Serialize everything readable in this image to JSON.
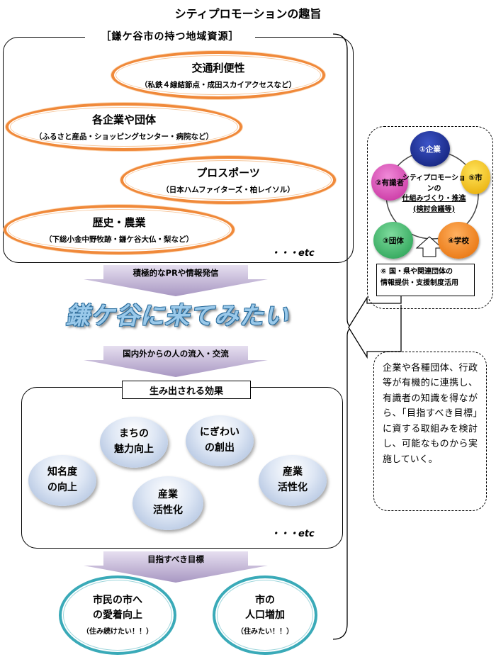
{
  "title": "シティプロモーションの趣旨",
  "resources": {
    "label": "［鎌ケ谷市の持つ地域資源］",
    "items": [
      {
        "heading": "交通利便性",
        "sub": "（私鉄４線結節点・成田スカイアクセスなど）"
      },
      {
        "heading": "各企業や団体",
        "sub": "（ふるさと産品・ショッピングセンター・病院など）"
      },
      {
        "heading": "プロスポーツ",
        "sub": "（日本ハムファイターズ・柏レイソル）"
      },
      {
        "heading": "歴史・農業",
        "sub": "（下総小金中野牧跡・鎌ケ谷大仏・梨など）"
      }
    ],
    "etc": "・・・etc"
  },
  "arrows": {
    "first": "積極的なPRや情報発信",
    "second": "国内外からの人の流入・交流",
    "third": "目指すべき目標"
  },
  "slogan": "鎌ケ谷に来てみたい",
  "effects": {
    "label": "生み出される効果",
    "bubbles": [
      {
        "line1": "まちの",
        "line2": "魅力向上"
      },
      {
        "line1": "にぎわい",
        "line2": "の創出"
      },
      {
        "line1": "知名度",
        "line2": "の向上"
      },
      {
        "line1": "産業",
        "line2": "活性化"
      },
      {
        "line1": "産業",
        "line2": "活性化"
      }
    ],
    "etc": "・・・etc"
  },
  "goals": [
    {
      "line1": "市民の市へ",
      "line2": "の愛着向上",
      "sub": "（住み続けたい！！）"
    },
    {
      "line1": "市の",
      "line2": "人口増加",
      "sub": "（住みたい！！）"
    }
  ],
  "cycle": {
    "nodes": [
      {
        "label": "①企業",
        "color": "#1d2f8f"
      },
      {
        "label": "⑤市",
        "color": "#f2b705"
      },
      {
        "label": "④学校",
        "color": "#f07a12"
      },
      {
        "label": "③団体",
        "color": "#2ba05a"
      },
      {
        "label": "②有識者",
        "color": "#d23aa8"
      }
    ],
    "center_line1": "シティプロモーションの",
    "center_line2": "仕組みづくり・推進",
    "center_line3": "(検討会議等)",
    "support_line1": "⑥ 国・県や関連団体の",
    "support_line2": "情報提供・支援制度活用"
  },
  "note": "企業や各種団体、行政等が有機的に連携し、有識者の知識を得ながら、「目指すべき目標」に資する取組みを検討し、可能なものから実施していく。"
}
